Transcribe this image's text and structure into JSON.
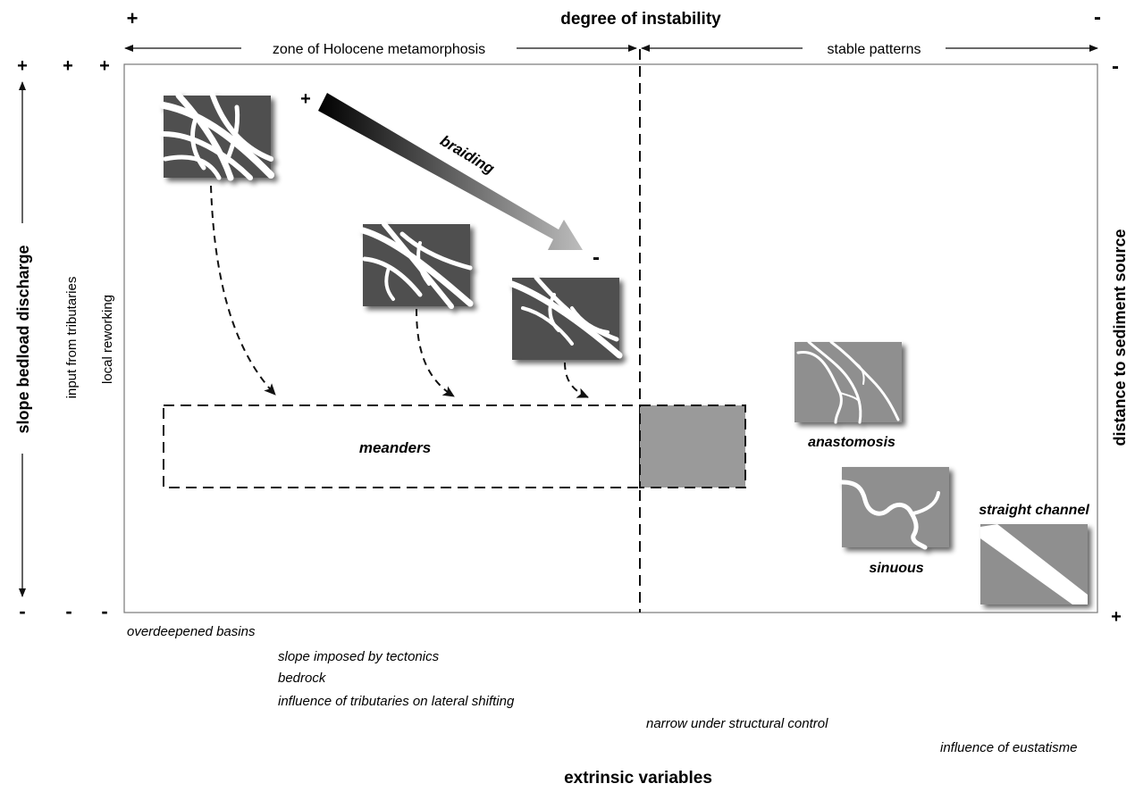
{
  "top": {
    "title": "degree of instability",
    "plus": "+",
    "minus": "-",
    "left_span": "zone of Holocene metamorphosis",
    "right_span": "stable patterns"
  },
  "left_axes": {
    "slope_bedload": "slope bedload discharge",
    "input_tributaries": "input from tributaries",
    "local_reworking": "local reworking",
    "plus": "+",
    "minus": "-"
  },
  "right_axis": {
    "label": "distance to sediment source",
    "minus": "-",
    "plus": "+"
  },
  "diagram": {
    "braiding_label": "braiding",
    "braiding_plus": "+",
    "braiding_minus": "-",
    "meanders_label": "meanders",
    "anastomosis_label": "anastomosis",
    "sinuous_label": "sinuous",
    "straight_label": "straight channel"
  },
  "bottom": {
    "notes": [
      "overdeepened basins",
      "slope imposed by tectonics",
      "bedrock",
      "influence of tributaries on lateral shifting",
      "narrow under structural control",
      "influence of eustatisme"
    ],
    "axis_title": "extrinsic variables"
  },
  "colors": {
    "dark_thumb": "#4f4f4f",
    "light_thumb": "#8f8f8f",
    "stable_box": "#9a9a9a"
  }
}
